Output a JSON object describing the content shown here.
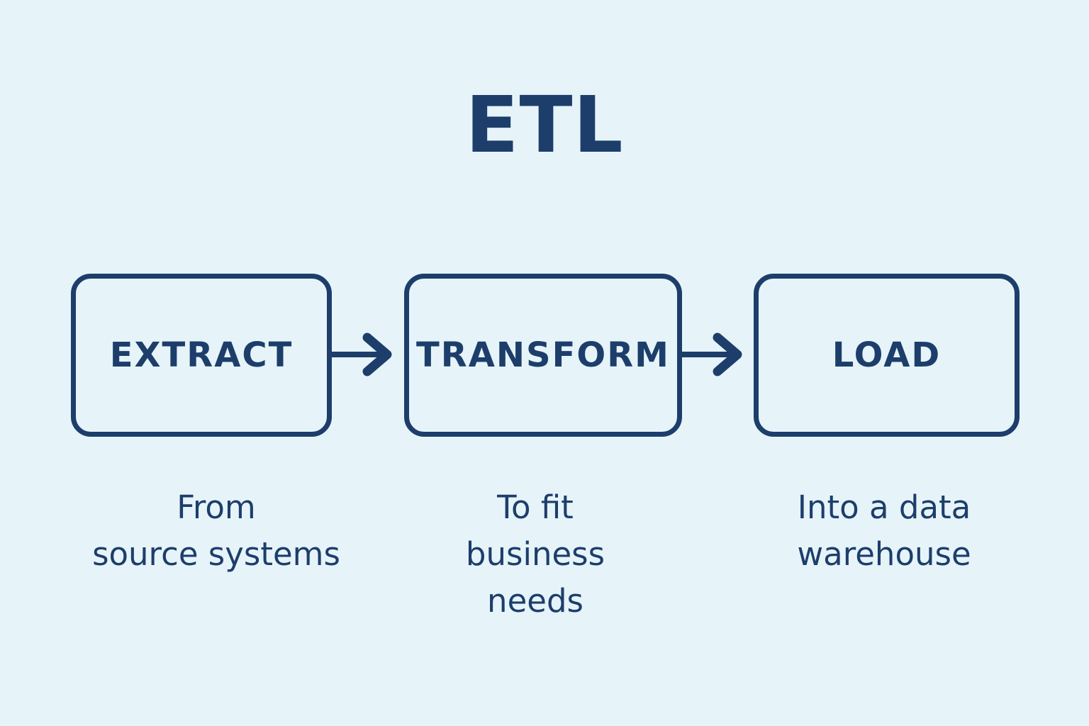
{
  "title": "ETL",
  "colors": {
    "background": "#e6f4f9",
    "navy": "#1d3e6b"
  },
  "steps": [
    {
      "label": "EXTRACT",
      "caption_lines": [
        "From",
        "source systems"
      ]
    },
    {
      "label": "TRANSFORM",
      "caption_lines": [
        "To fit",
        "business",
        "needs"
      ]
    },
    {
      "label": "LOAD",
      "caption_lines": [
        "Into a data",
        "warehouse"
      ]
    }
  ],
  "arrows": [
    {
      "name": "extract-to-transform"
    },
    {
      "name": "transform-to-load"
    }
  ]
}
